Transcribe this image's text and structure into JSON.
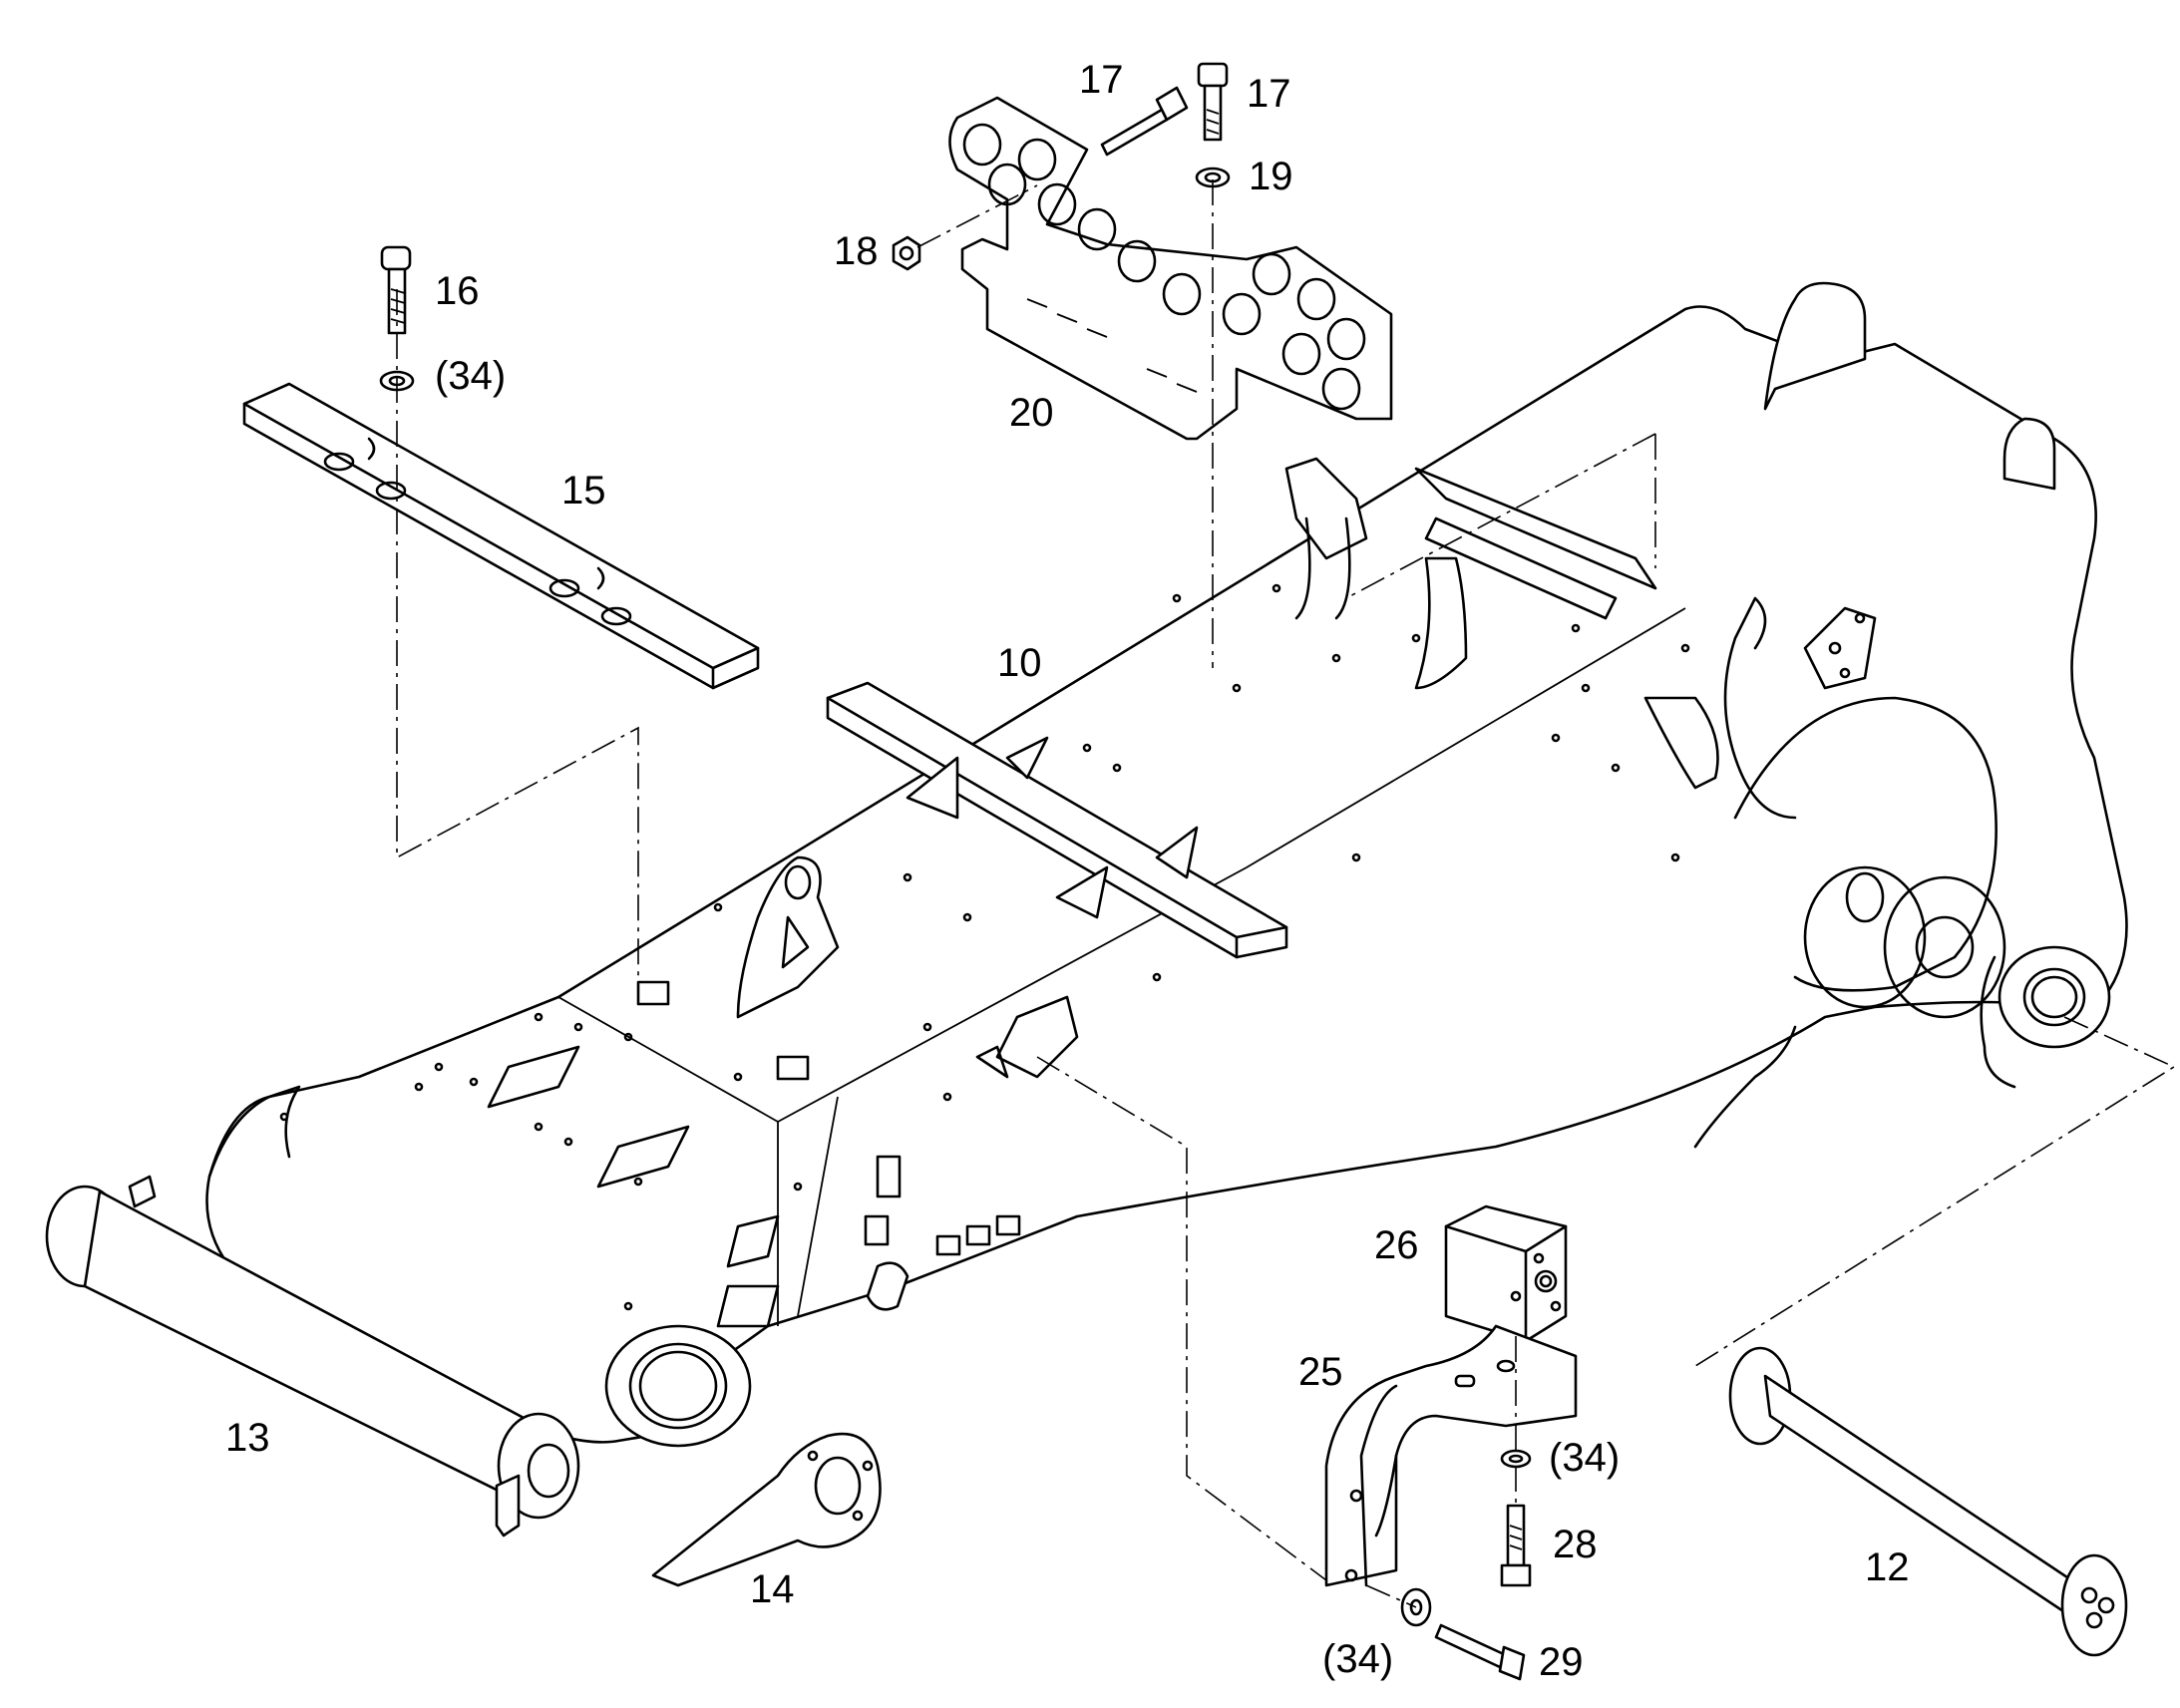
{
  "callouts": {
    "c10": "10",
    "c12": "12",
    "c13": "13",
    "c14": "14",
    "c15": "15",
    "c16": "16",
    "c17a": "17",
    "c17b": "17",
    "c18": "18",
    "c19": "19",
    "c20": "20",
    "c25": "25",
    "c26": "26",
    "c28": "28",
    "c29": "29",
    "c34a": "(34)",
    "c34b": "(34)",
    "c34c": "(34)"
  }
}
